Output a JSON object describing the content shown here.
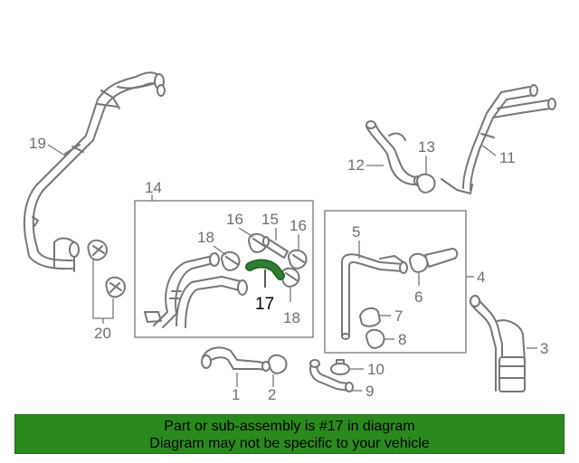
{
  "diagram": {
    "callouts": {
      "c1": "1",
      "c2": "2",
      "c3": "3",
      "c4": "4",
      "c5": "5",
      "c6": "6",
      "c7": "7",
      "c8": "8",
      "c9": "9",
      "c10": "10",
      "c11": "11",
      "c12": "12",
      "c13": "13",
      "c14": "14",
      "c15": "15",
      "c16a": "16",
      "c16b": "16",
      "c17": "17",
      "c18a": "18",
      "c18b": "18",
      "c19": "19",
      "c20": "20"
    },
    "highlight_color": "#2e7d32"
  },
  "banner": {
    "line1": "Part or sub-assembly is #17 in diagram",
    "line2": "Diagram may not be specific to your vehicle",
    "background": "#2b8a1e"
  }
}
